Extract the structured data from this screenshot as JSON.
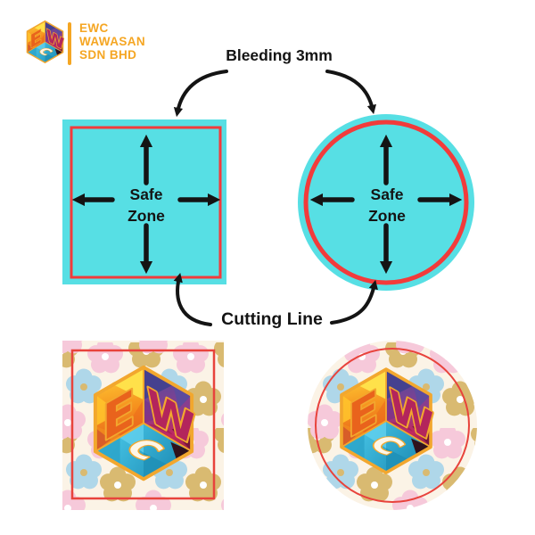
{
  "brand": {
    "company_name_lines": [
      "EWC",
      "WAWASAN",
      "SDN BHD"
    ],
    "logo_letters": {
      "left_face": "E",
      "right_face": "W",
      "bottom_face": "C"
    }
  },
  "annotations": {
    "bleeding_label": "Bleeding 3mm",
    "cutting_label": "Cutting Line",
    "safe_zone_line1": "Safe",
    "safe_zone_line2": "Zone"
  },
  "guide_shapes": [
    "square",
    "circle"
  ],
  "colors": {
    "bleed_fill": "#57DFE4",
    "cutting_line_red": "#F23B3B",
    "sticker_cut_red": "#E8433C",
    "brand_orange": "#F5A623",
    "arrow_black": "#141414",
    "floral_bg": "#FBF3E6",
    "floral_pink": "#F6C9DA",
    "floral_blue": "#AFD7E9",
    "floral_tan": "#D9BA71",
    "logo_gold": "#F2A72E"
  }
}
